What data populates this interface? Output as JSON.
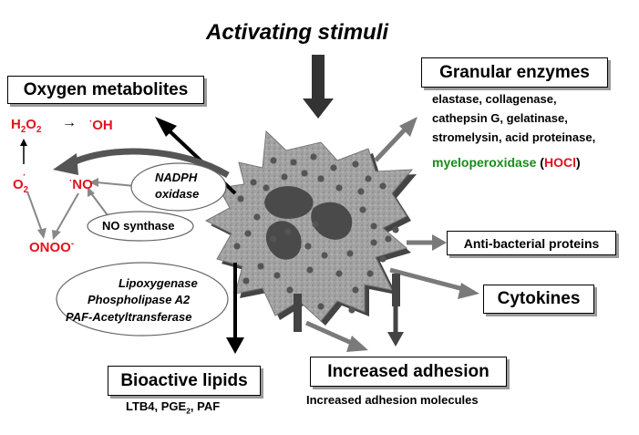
{
  "title": "Activating stimuli",
  "boxes": {
    "oxygen": "Oxygen metabolites",
    "granular": "Granular enzymes",
    "antibacterial": "Anti-bacterial proteins",
    "cytokines": "Cytokines",
    "bioactive": "Bioactive lipids",
    "adhesion": "Increased adhesion"
  },
  "granular_list": [
    "elastase, collagenase,",
    "cathepsin G,  gelatinase,",
    "stromelysin, acid proteinase,"
  ],
  "mpo": {
    "name": "myeloperoxidase",
    "open": "(",
    "hocl": "HOCl",
    "close": ")"
  },
  "species": {
    "h2o2_base": "H",
    "h2o2_sub1": "2",
    "h2o2_mid": "O",
    "h2o2_sub2": "2",
    "arrow": "→",
    "oh_dot": "·",
    "oh": "OH",
    "o2_base": "O",
    "o2_sub": "2",
    "o2_sup": "·",
    "no_dot": "·",
    "no": "NO",
    "onoo": "ONOO",
    "onoo_sup": "-"
  },
  "enzymes": {
    "nadph_1": "NADPH",
    "nadph_2": "oxidase",
    "nos": "NO synthase",
    "lipid_1": "Lipoxygenase",
    "lipid_2": "Phospholipase A2",
    "lipid_3": "PAF-Acetyltransferase"
  },
  "lipids": {
    "a": "LTB4, PGE",
    "sub": "2",
    "b": ", PAF"
  },
  "adhesion_sub": "Increased adhesion molecules",
  "colors": {
    "red": "#e0141e",
    "green": "#1b8a1b",
    "cell": "#9c9c9c",
    "arrow_gray": "#7a7a7a"
  }
}
